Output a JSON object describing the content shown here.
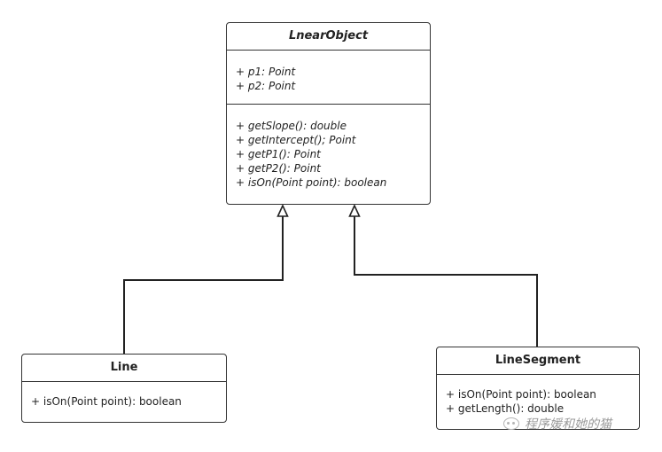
{
  "diagram": {
    "type": "uml-class",
    "classes": [
      {
        "id": "lnear",
        "name": "LnearObject",
        "abstract": true,
        "attributes": [
          "+ p1:  Point",
          "+ p2:  Point"
        ],
        "operations": [
          "+ getSlope():  double",
          "+ getIntercept();  Point",
          "+ getP1():  Point",
          "+ getP2():  Point",
          "+ isOn(Point point):  boolean"
        ]
      },
      {
        "id": "line",
        "name": "Line",
        "abstract": false,
        "attributes": [],
        "operations": [
          "+ isOn(Point point):  boolean"
        ]
      },
      {
        "id": "seg",
        "name": "LineSegment",
        "abstract": false,
        "attributes": [],
        "operations": [
          "+ isOn(Point point):  boolean",
          "+ getLength():  double"
        ]
      }
    ],
    "relations": [
      {
        "type": "generalization",
        "from": "Line",
        "to": "LnearObject"
      },
      {
        "type": "generalization",
        "from": "LineSegment",
        "to": "LnearObject"
      }
    ]
  },
  "watermark": {
    "text": "程序媛和她的猫",
    "icon": "wechat-icon"
  }
}
